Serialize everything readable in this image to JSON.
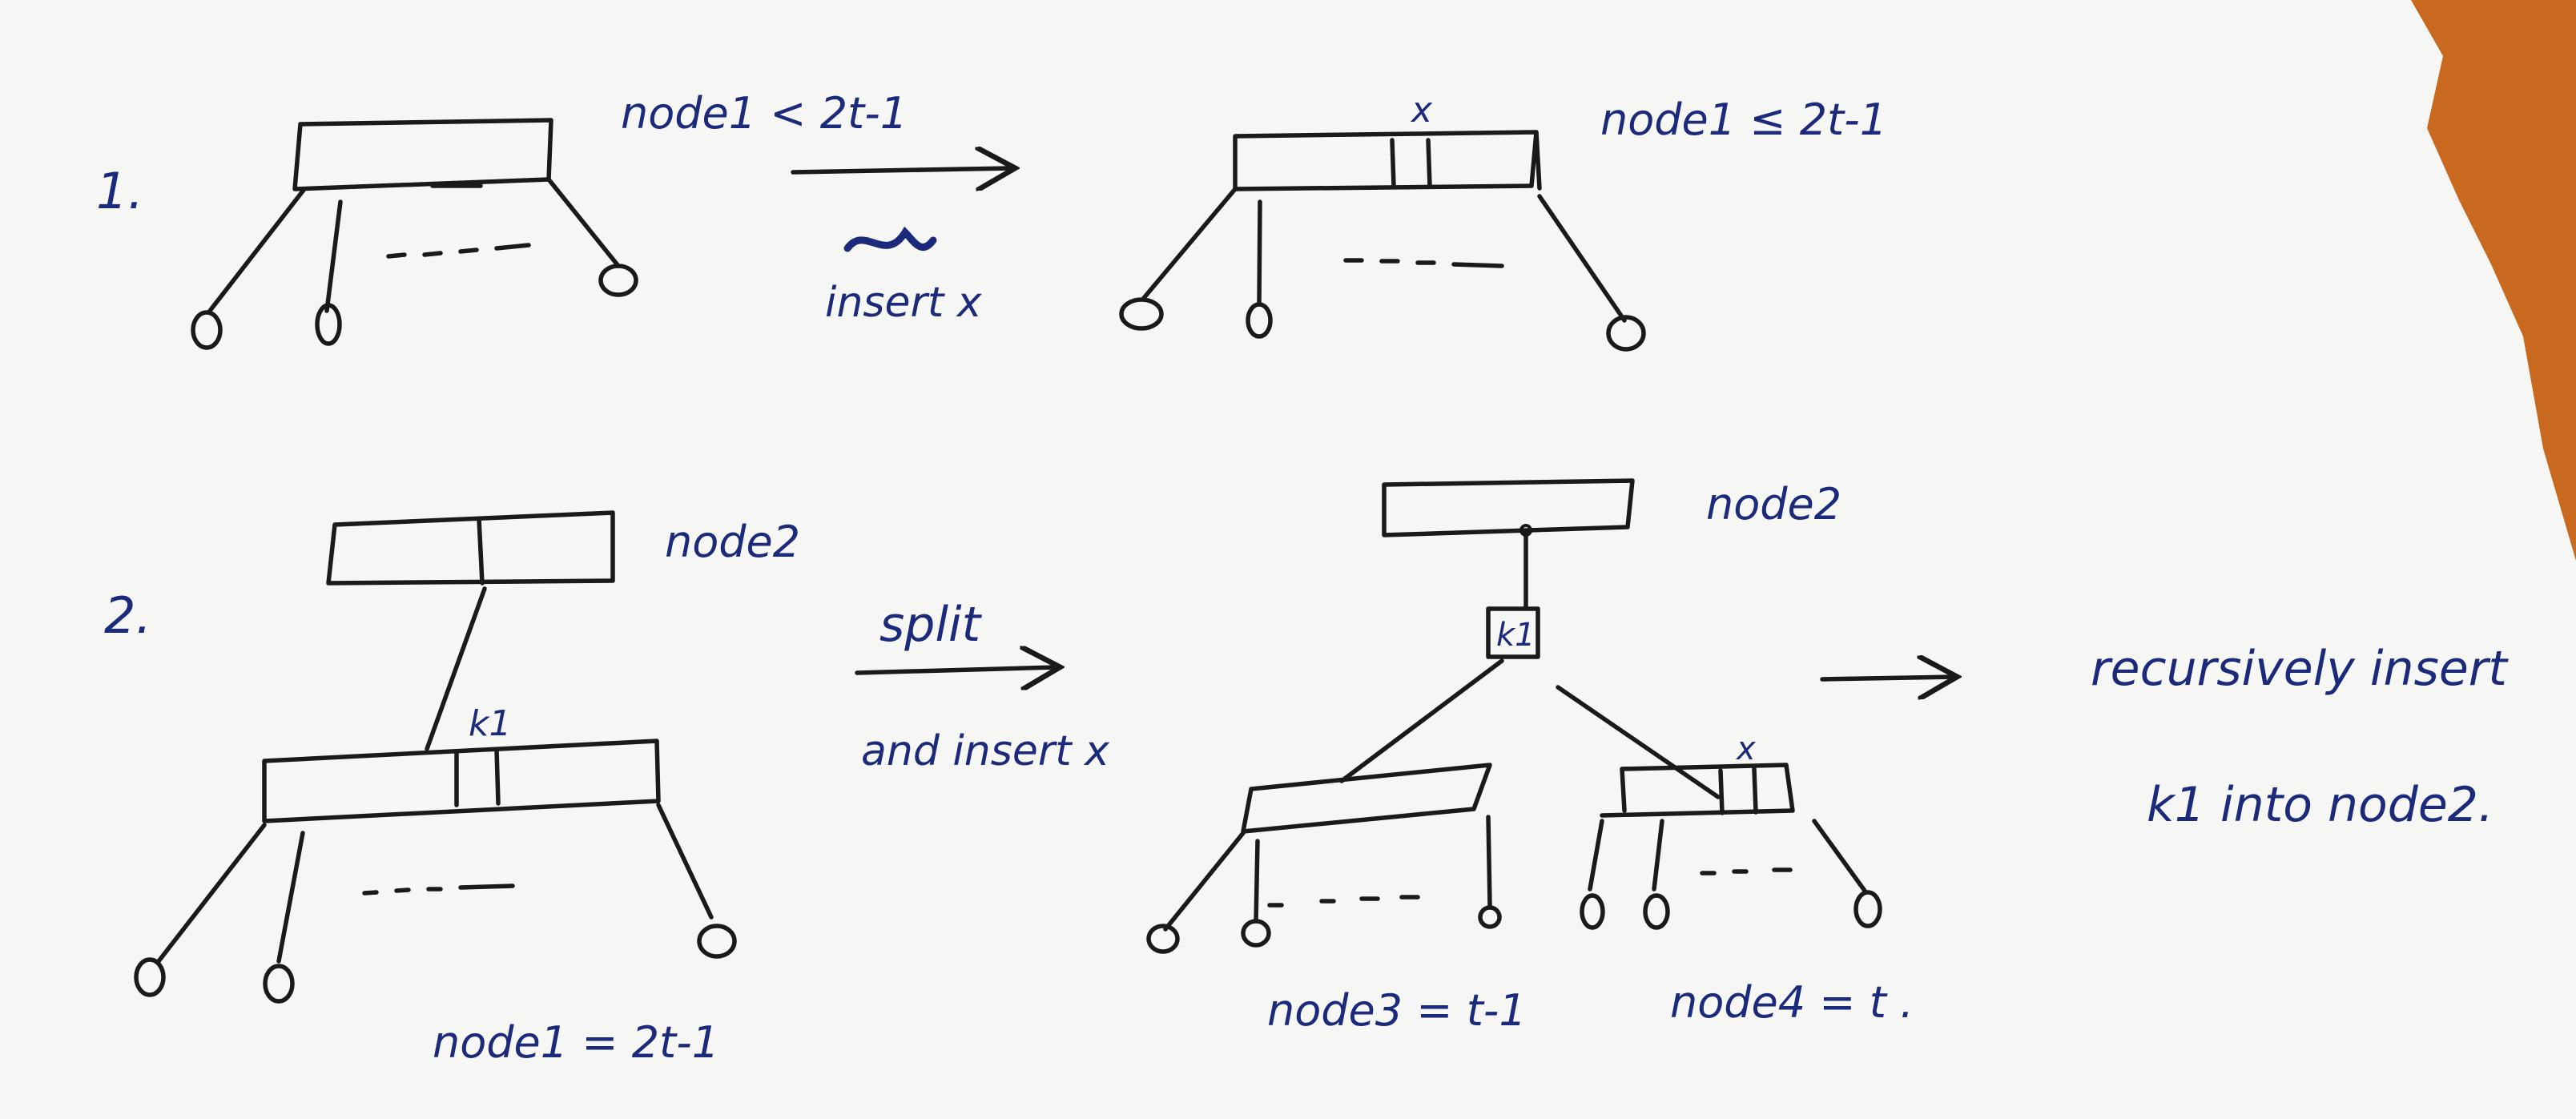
{
  "case1": {
    "number": "1.",
    "before_label": "node1 < 2t-1",
    "action": "insert x",
    "after_key": "x",
    "after_label": "node1 ≤ 2t-1"
  },
  "case2": {
    "number": "2.",
    "parent_label": "node2",
    "median_key": "k1",
    "full_label": "node1 = 2t-1",
    "action_top": "split",
    "action_bottom": "and insert x",
    "result_parent_label": "node2",
    "promoted_key": "k1",
    "inserted_key": "x",
    "left_label": "node3 = t-1",
    "right_label": "node4 = t .",
    "next_step_line1": "recursively insert",
    "next_step_line2": "k1 into node2."
  },
  "colors": {
    "paper": "#f7f7f5",
    "black_ink": "#1a1a1a",
    "blue_ink": "#1b2a7a",
    "desk": "#c9681f"
  }
}
